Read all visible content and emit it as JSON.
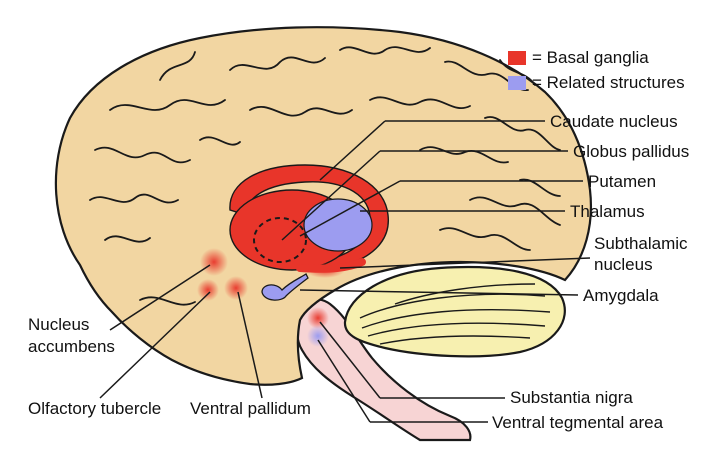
{
  "legend": {
    "items": [
      {
        "label": "= Basal ganglia",
        "color": "#e8352a"
      },
      {
        "label": "= Related structures",
        "color": "#9c9cf0"
      }
    ]
  },
  "labels": {
    "caudate": "Caudate nucleus",
    "globus": "Globus pallidus",
    "putamen": "Putamen",
    "thalamus": "Thalamus",
    "subthalamic_1": "Subthalamic",
    "subthalamic_2": "nucleus",
    "amygdala": "Amygdala",
    "accumbens_1": "Nucleus",
    "accumbens_2": "accumbens",
    "olfactory": "Olfactory tubercle",
    "ventral_pallidum": "Ventral pallidum",
    "substantia": "Substantia nigra",
    "vta": "Ventral tegmental area"
  },
  "colors": {
    "cortex": "#f2d6a2",
    "cerebellum": "#f7f0b0",
    "brainstem": "#f7d4d4",
    "outline": "#1a1a1a",
    "basal_ganglia": "#e8352a",
    "related": "#9c9cf0"
  }
}
